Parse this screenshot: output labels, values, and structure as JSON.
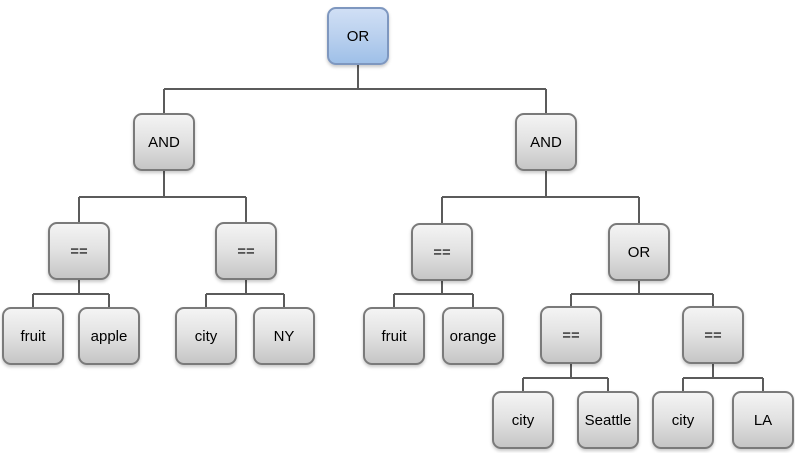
{
  "diagram": {
    "type": "tree",
    "nodes": [
      {
        "id": "root",
        "label": "OR",
        "variant": "highlight"
      },
      {
        "id": "and_l",
        "label": "AND",
        "variant": "default"
      },
      {
        "id": "and_r",
        "label": "AND",
        "variant": "default"
      },
      {
        "id": "eq1",
        "label": "==",
        "variant": "default"
      },
      {
        "id": "eq2",
        "label": "==",
        "variant": "default"
      },
      {
        "id": "eq3",
        "label": "==",
        "variant": "default"
      },
      {
        "id": "or2",
        "label": "OR",
        "variant": "default"
      },
      {
        "id": "fruit1",
        "label": "fruit",
        "variant": "default"
      },
      {
        "id": "apple",
        "label": "apple",
        "variant": "default"
      },
      {
        "id": "city1",
        "label": "city",
        "variant": "default"
      },
      {
        "id": "ny",
        "label": "NY",
        "variant": "default"
      },
      {
        "id": "fruit2",
        "label": "fruit",
        "variant": "default"
      },
      {
        "id": "orange",
        "label": "orange",
        "variant": "default"
      },
      {
        "id": "eq4",
        "label": "==",
        "variant": "default"
      },
      {
        "id": "eq5",
        "label": "==",
        "variant": "default"
      },
      {
        "id": "city2",
        "label": "city",
        "variant": "default"
      },
      {
        "id": "seattle",
        "label": "Seattle",
        "variant": "default"
      },
      {
        "id": "city3",
        "label": "city",
        "variant": "default"
      },
      {
        "id": "la",
        "label": "LA",
        "variant": "default"
      }
    ],
    "edges": [
      {
        "from": "root",
        "to": "and_l"
      },
      {
        "from": "root",
        "to": "and_r"
      },
      {
        "from": "and_l",
        "to": "eq1"
      },
      {
        "from": "and_l",
        "to": "eq2"
      },
      {
        "from": "and_r",
        "to": "eq3"
      },
      {
        "from": "and_r",
        "to": "or2"
      },
      {
        "from": "eq1",
        "to": "fruit1"
      },
      {
        "from": "eq1",
        "to": "apple"
      },
      {
        "from": "eq2",
        "to": "city1"
      },
      {
        "from": "eq2",
        "to": "ny"
      },
      {
        "from": "eq3",
        "to": "fruit2"
      },
      {
        "from": "eq3",
        "to": "orange"
      },
      {
        "from": "or2",
        "to": "eq4"
      },
      {
        "from": "or2",
        "to": "eq5"
      },
      {
        "from": "eq4",
        "to": "city2"
      },
      {
        "from": "eq4",
        "to": "seattle"
      },
      {
        "from": "eq5",
        "to": "city3"
      },
      {
        "from": "eq5",
        "to": "la"
      }
    ],
    "colors": {
      "highlight_fill_top": "#d0dff5",
      "highlight_fill_bottom": "#9fc0e8",
      "highlight_border": "#7e97bf",
      "node_fill_top": "#f4f4f4",
      "node_fill_bottom": "#c6c6c6",
      "node_border": "#7a7a7a",
      "connector": "#5b5b5b",
      "text": "#000000"
    }
  }
}
